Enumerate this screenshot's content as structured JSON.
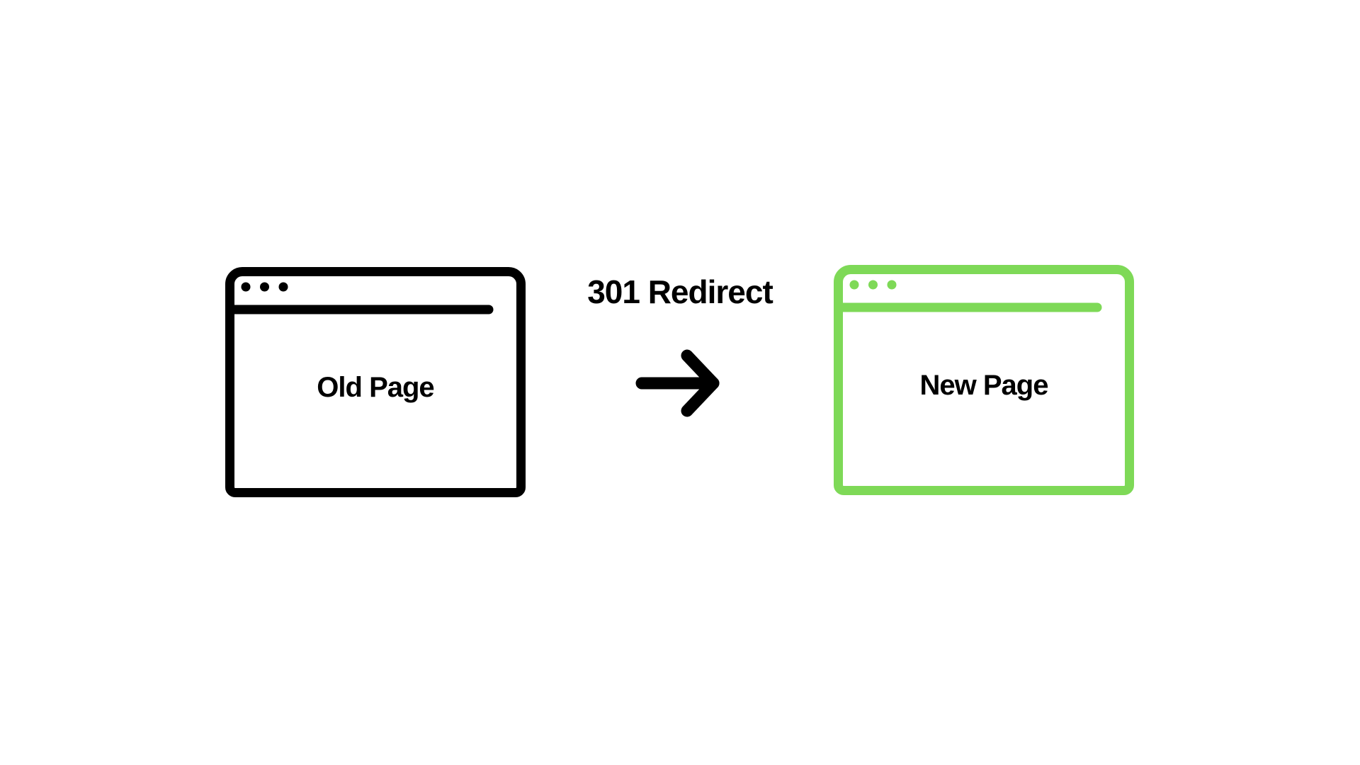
{
  "canvas": {
    "background_color": "#ffffff"
  },
  "diagram": {
    "title": "301 Redirect",
    "arrow": {
      "direction": "right",
      "color": "#000000"
    },
    "old_page": {
      "label": "Old Page",
      "outline_color": "#000000",
      "label_color": "#000000"
    },
    "new_page": {
      "label": "New Page",
      "outline_color": "#7ed957",
      "label_color": "#000000"
    }
  }
}
